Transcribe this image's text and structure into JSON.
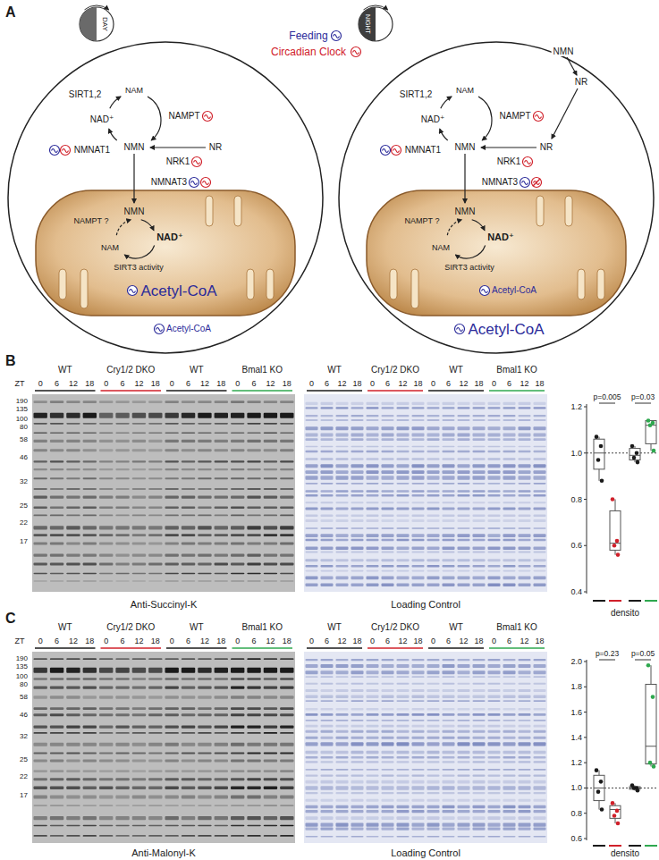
{
  "diagram": {
    "nodes": [
      {
        "text": [
          "DAY"
        ]
      },
      {
        "text": [
          "SIRT1,2",
          "NAM",
          "NAMPT",
          "NAD⁺",
          "NMNAT1",
          "NMN",
          "NR",
          "NRK1",
          "NMNAT3",
          "Acetyl-CoA"
        ]
      },
      {
        "text": [
          "NMN",
          "NAMPT ?",
          "NAD⁺",
          "NAM",
          "SIRT3 activity",
          "Acetyl-CoA"
        ],
        "in": 1
      },
      {
        "text": [
          "NIGHT"
        ]
      },
      {
        "text": [
          "SIRT1,2",
          "NAM",
          "NAMPT",
          "NAD⁺",
          "NMNAT1",
          "NMN",
          "NR",
          "NRK1",
          "NMNAT3",
          "Acetyl-CoA"
        ]
      },
      {
        "text": [
          "NMN",
          "NAMPT ?",
          "NAD⁺",
          "NAM",
          "SIRT3 activity",
          "Acetyl-CoA"
        ],
        "in": 4
      }
    ],
    "labels": [
      "A",
      "Feeding",
      "Circadian Clock",
      "NMN",
      "NR",
      "B",
      "WT",
      "Cry1/2 DKO",
      "WT",
      "Bmal1 KO",
      "WT",
      "Cry1/2 DKO",
      "WT",
      "Bmal1 KO",
      "ZT",
      "0",
      "6",
      "12",
      "18",
      "0",
      "6",
      "12",
      "18",
      "0",
      "6",
      "12",
      "18",
      "0",
      "6",
      "12",
      "18",
      "0",
      "6",
      "12",
      "18",
      "0",
      "6",
      "12",
      "18",
      "0",
      "6",
      "12",
      "18",
      "0",
      "6",
      "12",
      "18",
      "190",
      "135",
      "100",
      "80",
      "58",
      "46",
      "32",
      "25",
      "22",
      "17",
      "Anti-Succinyl-K",
      "Loading Control",
      "p=0.005",
      "p=0.03",
      "0.4",
      "0.6",
      "0.8",
      "1.0",
      "1.2",
      "densito",
      "C",
      "WT",
      "Cry1/2 DKO",
      "WT",
      "Bmal1 KO",
      "WT",
      "Cry1/2 DKO",
      "WT",
      "Bmal1 KO",
      "ZT",
      "0",
      "6",
      "12",
      "18",
      "0",
      "6",
      "12",
      "18",
      "0",
      "6",
      "12",
      "18",
      "0",
      "6",
      "12",
      "18",
      "0",
      "6",
      "12",
      "18",
      "0",
      "6",
      "12",
      "18",
      "0",
      "6",
      "12",
      "18",
      "0",
      "6",
      "12",
      "18",
      "190",
      "135",
      "100",
      "80",
      "58",
      "46",
      "32",
      "25",
      "22",
      "17",
      "Anti-Malonyl-K",
      "Loading Control",
      "p=0.23",
      "p=0.05",
      "0.6",
      "0.8",
      "1.0",
      "1.2",
      "1.4",
      "1.6",
      "1.8",
      "2.0",
      "densito"
    ]
  }
}
